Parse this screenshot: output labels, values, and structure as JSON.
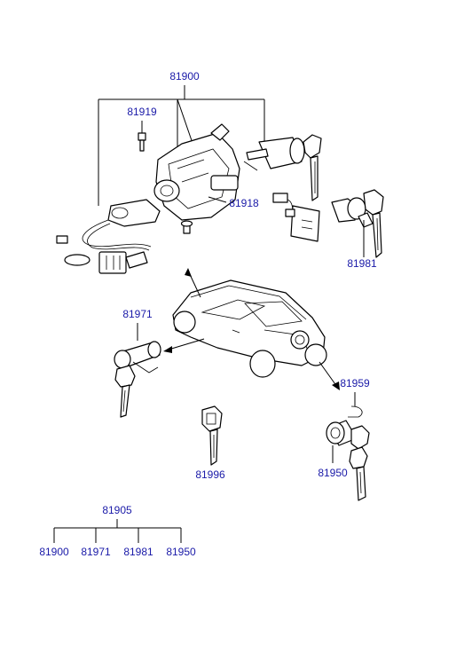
{
  "colors": {
    "label": "#1a1aa8",
    "line": "#000000",
    "background": "#ffffff"
  },
  "labels": {
    "main_assembly": "81900",
    "bolt": "81919",
    "switch_bracket": "81918",
    "tailgate_lock": "81981",
    "door_lock": "81971",
    "blank_key": "81996",
    "clip": "81959",
    "trunk_lock": "81950"
  },
  "tree": {
    "root": "81905",
    "children": [
      "81900",
      "81971",
      "81981",
      "81950"
    ]
  }
}
